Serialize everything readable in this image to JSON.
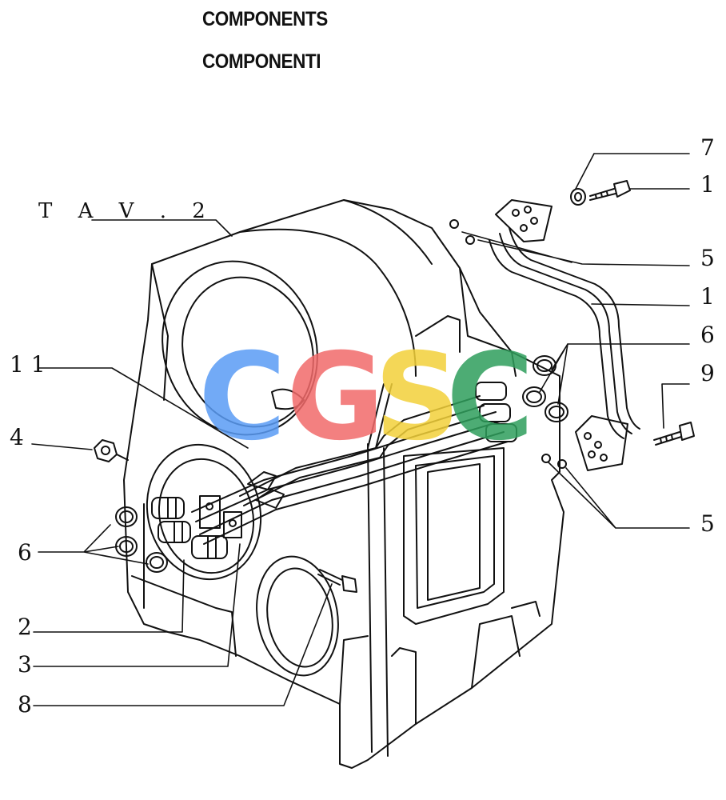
{
  "header": {
    "title_en": "COMPONENTS",
    "title_it": "COMPONENTI"
  },
  "table_ref": "T A V . 2",
  "watermark": {
    "letters": [
      "C",
      "G",
      "S",
      "C"
    ],
    "colors": [
      "#5a9cf5",
      "#f26a6a",
      "#f3d13a",
      "#2f9e5c"
    ]
  },
  "callouts": [
    {
      "id": "c7",
      "label": "7"
    },
    {
      "id": "c1a",
      "label": "1"
    },
    {
      "id": "c5a",
      "label": "5"
    },
    {
      "id": "c1b",
      "label": "1"
    },
    {
      "id": "c6a",
      "label": "6"
    },
    {
      "id": "c9",
      "label": "9"
    },
    {
      "id": "c5b",
      "label": "5"
    },
    {
      "id": "c11",
      "label": "1 1"
    },
    {
      "id": "c4",
      "label": "4"
    },
    {
      "id": "c6b",
      "label": "6"
    },
    {
      "id": "c2",
      "label": "2"
    },
    {
      "id": "c3",
      "label": "3"
    },
    {
      "id": "c8",
      "label": "8"
    }
  ]
}
